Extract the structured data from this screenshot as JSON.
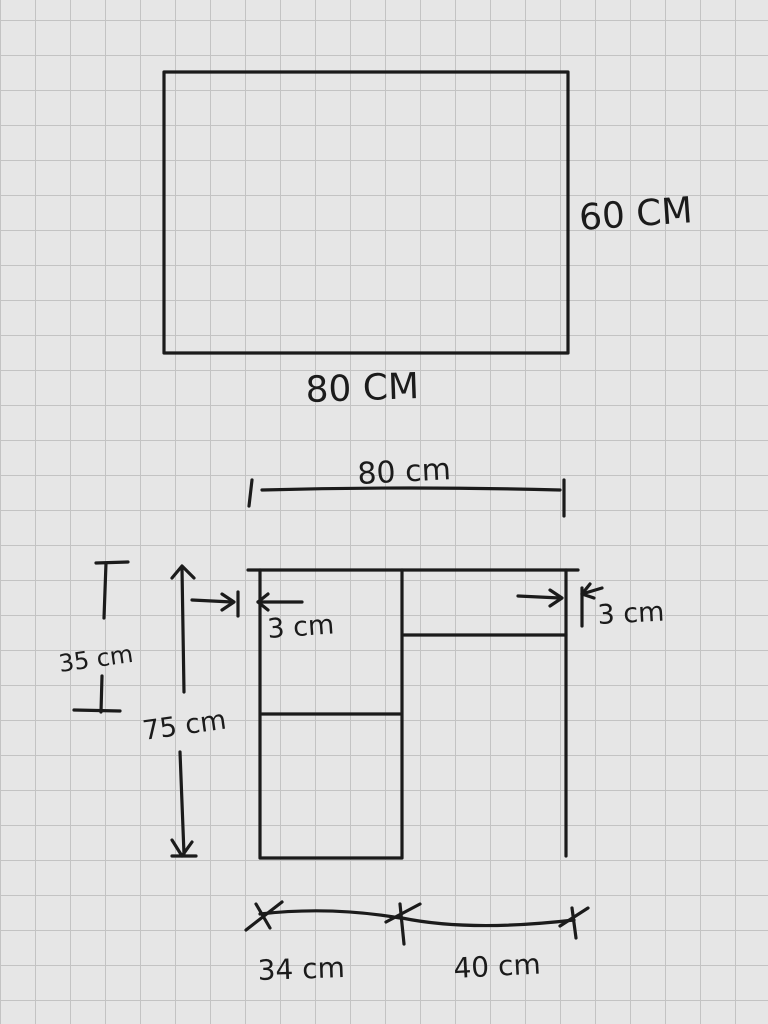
{
  "top_view": {
    "width_label": "80 CM",
    "depth_label": "60 CM"
  },
  "front_view": {
    "width_label": "80 cm",
    "height_label": "75 cm",
    "drawer_height_label": "35 cm",
    "left_inset_label": "3 cm",
    "right_inset_label": "3 cm",
    "left_section_label": "34 cm",
    "right_section_label": "40 cm"
  },
  "colors": {
    "paper": "#e6e6e6",
    "grid": "#c3c3c3",
    "ink": "#1b1b1b"
  }
}
